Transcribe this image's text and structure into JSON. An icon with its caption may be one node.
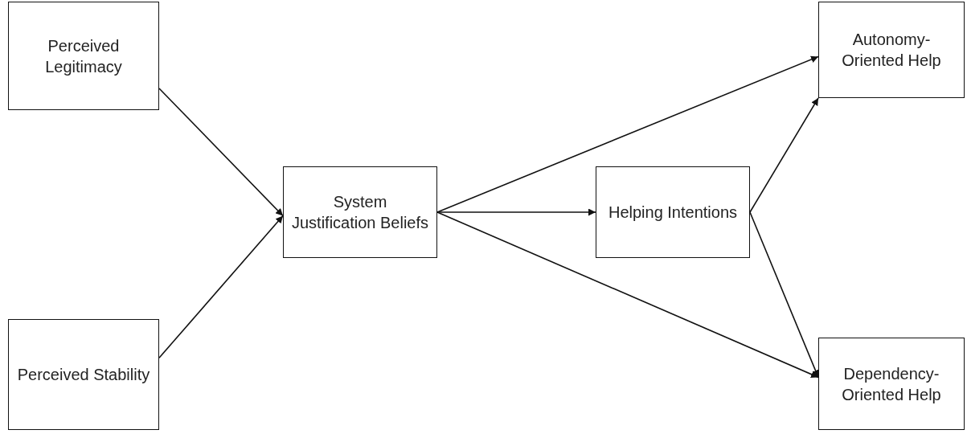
{
  "diagram": {
    "nodes": [
      {
        "text": [
          "Perceived Legitimacy"
        ]
      },
      {
        "text": [
          "Perceived Stability"
        ]
      },
      {
        "text": [
          "System Justification Beliefs"
        ]
      },
      {
        "text": [
          "Helping Intentions"
        ]
      },
      {
        "text": [
          "Autonomy- Oriented Help"
        ]
      },
      {
        "text": [
          "Dependency- Oriented Help"
        ]
      }
    ],
    "edges": [
      {
        "from": 0,
        "to": 2,
        "arrow": "to"
      },
      {
        "from": 1,
        "to": 2,
        "arrow": "to"
      },
      {
        "from": 2,
        "to": 4,
        "arrow": "to"
      },
      {
        "from": 2,
        "to": 3,
        "arrow": "to"
      },
      {
        "from": 2,
        "to": 5,
        "arrow": "to"
      },
      {
        "from": 3,
        "to": 4,
        "arrow": "to"
      },
      {
        "from": 3,
        "to": 5,
        "arrow": "to"
      }
    ]
  }
}
